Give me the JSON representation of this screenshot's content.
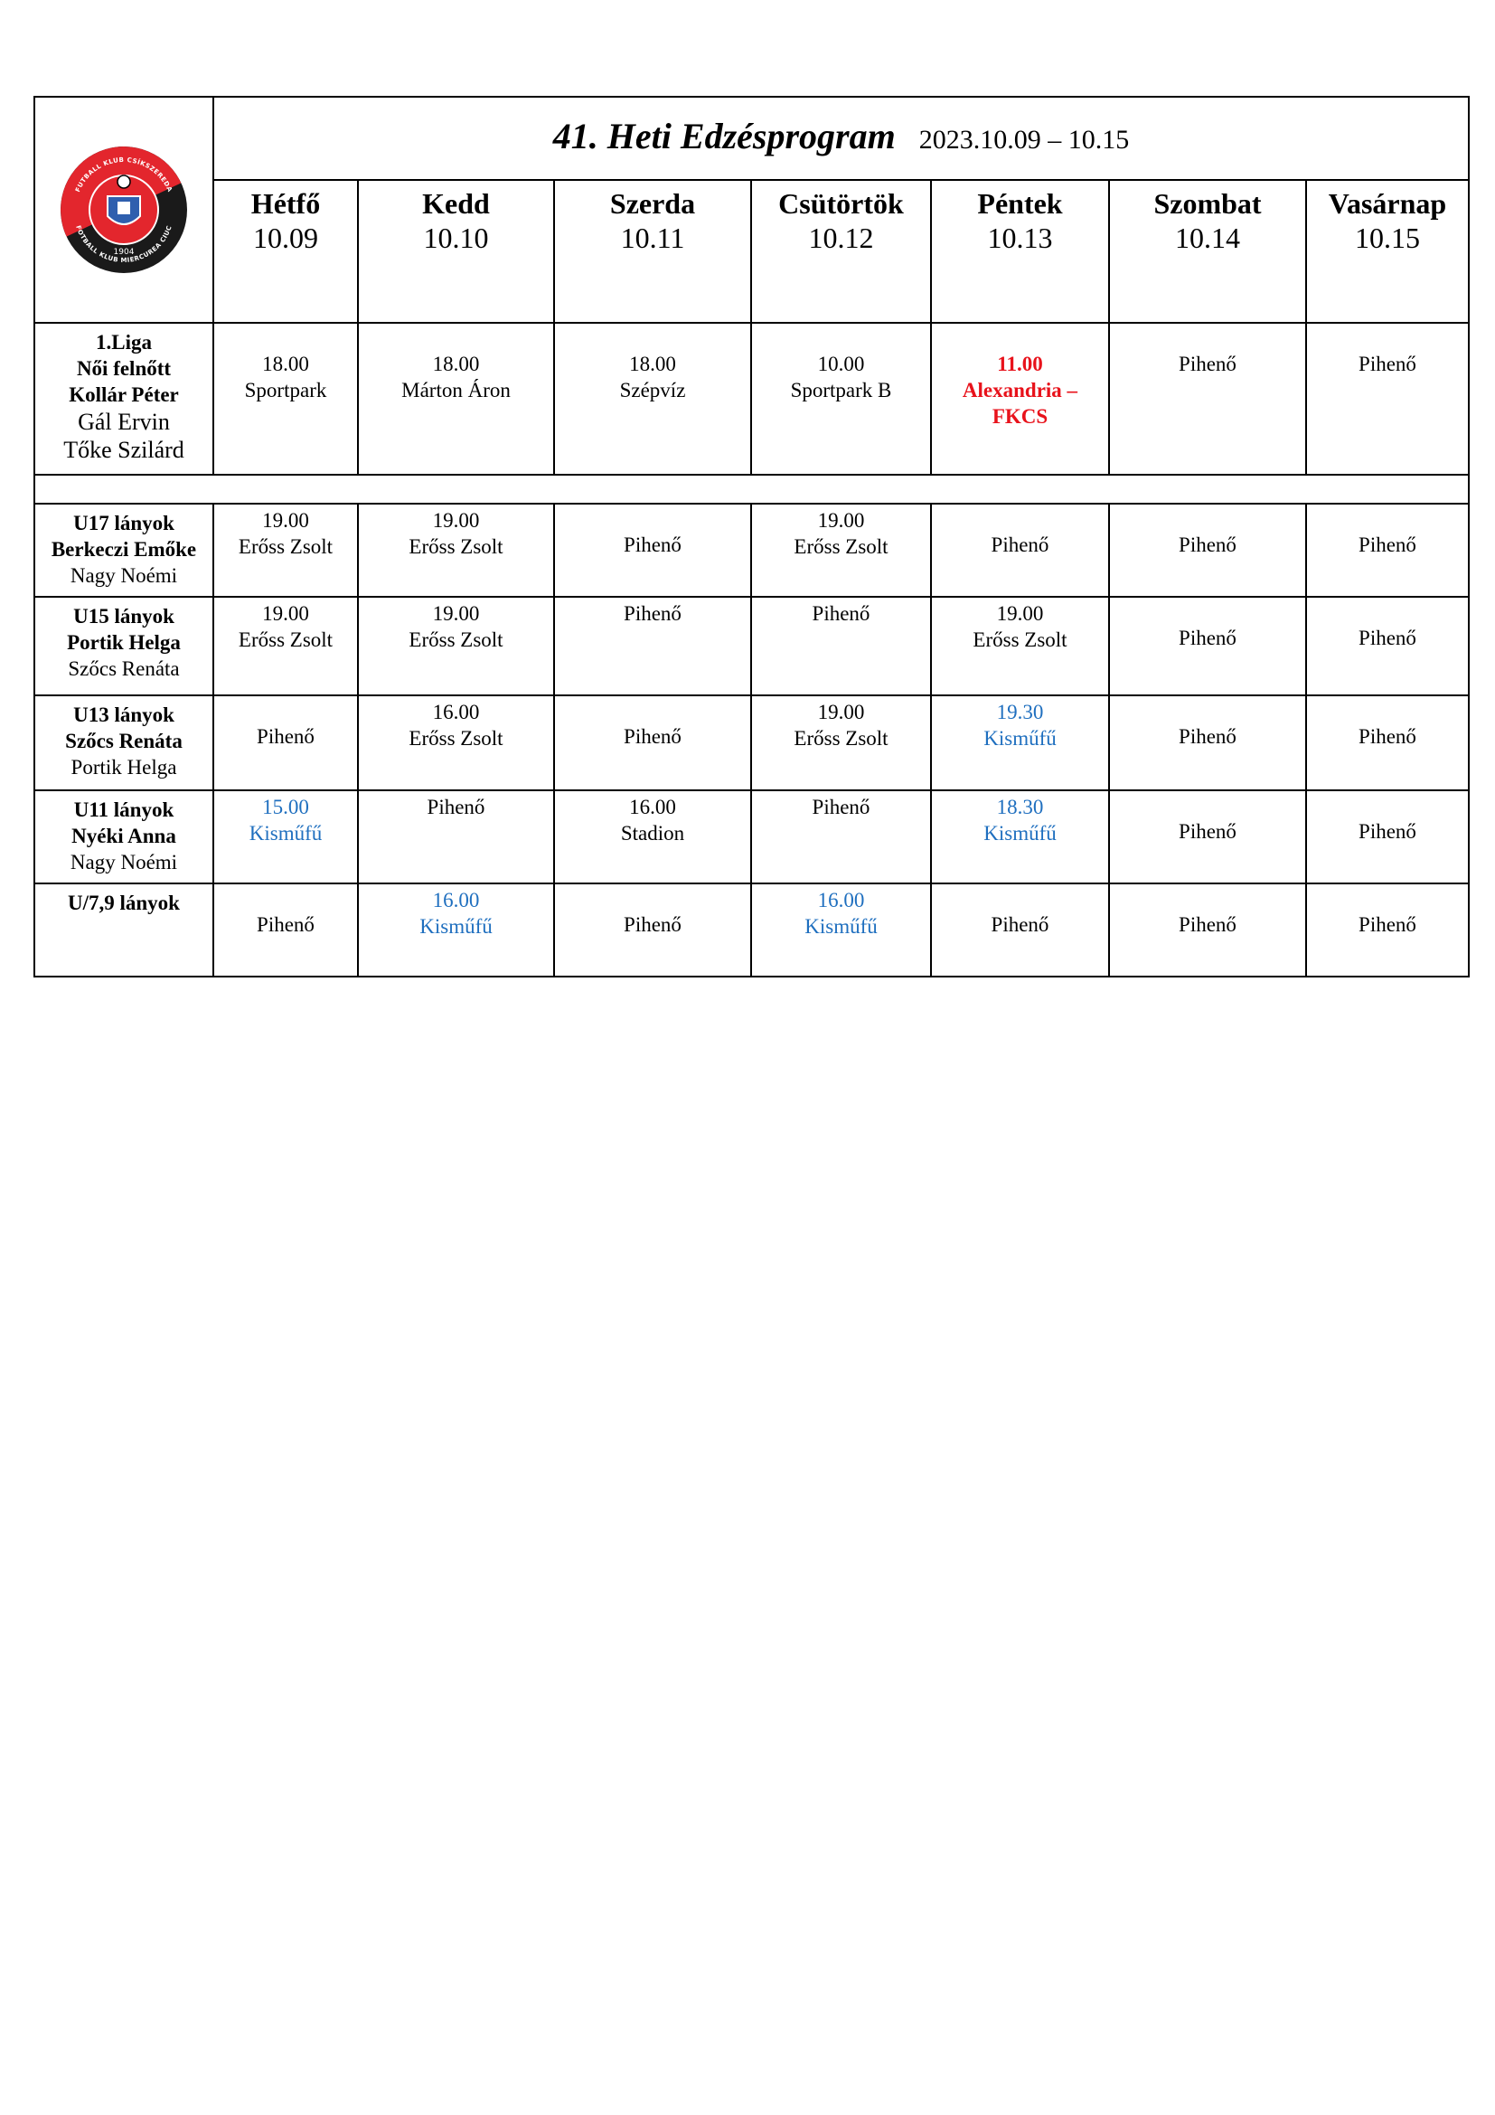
{
  "header": {
    "title": "41. Heti Edzésprogram",
    "range": "2023.10.09 – 10.15"
  },
  "logo": {
    "top_text": "FUTBALL KLUB CSÍKSZEREDA",
    "bottom_text": "FOTBALL KLUB MIERCUREA CIUC",
    "year": "1904",
    "colors": {
      "red": "#e3262d",
      "black": "#1a1a1a"
    }
  },
  "days": [
    {
      "name": "Hétfő",
      "date": "10.09"
    },
    {
      "name": "Kedd",
      "date": "10.10"
    },
    {
      "name": "Szerda",
      "date": "10.11"
    },
    {
      "name": "Csütörtök",
      "date": "10.12"
    },
    {
      "name": "Péntek",
      "date": "10.13"
    },
    {
      "name": "Szombat",
      "date": "10.14"
    },
    {
      "name": "Vasárnap",
      "date": "10.15"
    }
  ],
  "groups": [
    {
      "title_lines": [
        "1.Liga",
        "Női felnőtt",
        "Kollár Péter"
      ],
      "plain_lines": [
        "Gál Ervin",
        "Tőke Szilárd"
      ],
      "cells": [
        {
          "lines": [
            "18.00",
            "Sportpark"
          ]
        },
        {
          "lines": [
            "18.00",
            "Márton Áron"
          ]
        },
        {
          "lines": [
            "18.00",
            "Szépvíz"
          ]
        },
        {
          "lines": [
            "10.00",
            "Sportpark B"
          ]
        },
        {
          "lines": [
            "11.00",
            "Alexandria –",
            "FKCS"
          ]
        },
        {
          "lines": [
            "Pihenő"
          ]
        },
        {
          "lines": [
            "Pihenő"
          ]
        }
      ]
    },
    {
      "title_lines": [
        "U17 lányok",
        "Berkeczi Emőke"
      ],
      "plain_lines": [
        "Nagy Noémi"
      ],
      "cells": [
        {
          "lines": [
            "19.00",
            "Erőss Zsolt"
          ]
        },
        {
          "lines": [
            "19.00",
            "Erőss Zsolt"
          ]
        },
        {
          "lines": [
            "Pihenő"
          ]
        },
        {
          "lines": [
            "19.00",
            "Erőss Zsolt"
          ]
        },
        {
          "lines": [
            "Pihenő"
          ]
        },
        {
          "lines": [
            "Pihenő"
          ]
        },
        {
          "lines": [
            "Pihenő"
          ]
        }
      ]
    },
    {
      "title_lines": [
        "U15 lányok",
        "Portik Helga"
      ],
      "plain_lines": [
        "Szőcs Renáta"
      ],
      "cells": [
        {
          "lines": [
            "19.00",
            "Erőss Zsolt"
          ]
        },
        {
          "lines": [
            "19.00",
            "Erőss Zsolt"
          ]
        },
        {
          "lines": [
            "Pihenő"
          ]
        },
        {
          "lines": [
            "Pihenő"
          ]
        },
        {
          "lines": [
            "19.00",
            "Erőss Zsolt"
          ]
        },
        {
          "lines": [
            "Pihenő"
          ]
        },
        {
          "lines": [
            "Pihenő"
          ]
        }
      ]
    },
    {
      "title_lines": [
        "U13 lányok",
        "Szőcs Renáta"
      ],
      "plain_lines": [
        "Portik Helga"
      ],
      "cells": [
        {
          "lines": [
            "Pihenő"
          ]
        },
        {
          "lines": [
            "16.00",
            "Erőss Zsolt"
          ]
        },
        {
          "lines": [
            "Pihenő"
          ]
        },
        {
          "lines": [
            "19.00",
            "Erőss Zsolt"
          ]
        },
        {
          "lines": [
            "19.30",
            "Kisműfű"
          ]
        },
        {
          "lines": [
            "Pihenő"
          ]
        },
        {
          "lines": [
            "Pihenő"
          ]
        }
      ]
    },
    {
      "title_lines": [
        "U11 lányok",
        "Nyéki Anna"
      ],
      "plain_lines": [
        "Nagy Noémi"
      ],
      "cells": [
        {
          "lines": [
            "15.00",
            "Kisműfű"
          ]
        },
        {
          "lines": [
            "Pihenő"
          ]
        },
        {
          "lines": [
            "16.00",
            "Stadion"
          ]
        },
        {
          "lines": [
            "Pihenő"
          ]
        },
        {
          "lines": [
            "18.30",
            "Kisműfű"
          ]
        },
        {
          "lines": [
            "Pihenő"
          ]
        },
        {
          "lines": [
            "Pihenő"
          ]
        }
      ]
    },
    {
      "title_lines": [
        "U/7,9 lányok"
      ],
      "plain_lines": [],
      "cells": [
        {
          "lines": [
            "Pihenő"
          ]
        },
        {
          "lines": [
            "16.00",
            "Kisműfű"
          ]
        },
        {
          "lines": [
            "Pihenő"
          ]
        },
        {
          "lines": [
            "16.00",
            "Kisműfű"
          ]
        },
        {
          "lines": [
            "Pihenő"
          ]
        },
        {
          "lines": [
            "Pihenő"
          ]
        },
        {
          "lines": [
            "Pihenő"
          ]
        }
      ]
    }
  ]
}
